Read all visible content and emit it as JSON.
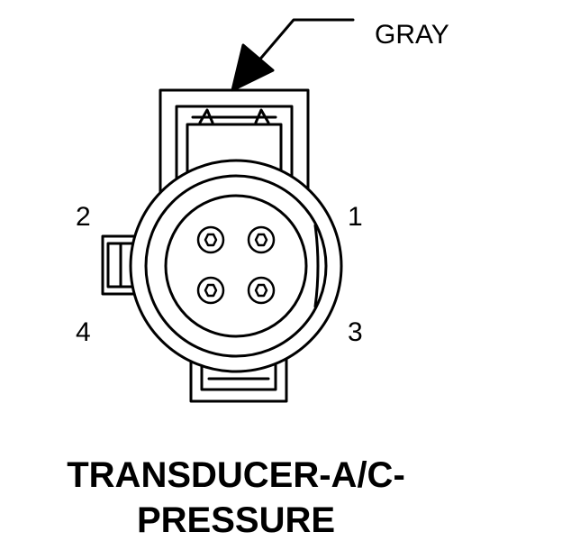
{
  "diagram": {
    "wire_color_label": "GRAY",
    "pins": {
      "pin1": "1",
      "pin2": "2",
      "pin3": "3",
      "pin4": "4"
    },
    "title_line1": "TRANSDUCER-A/C-",
    "title_line2": "PRESSURE",
    "line_color": "#000000",
    "background": "#ffffff"
  }
}
